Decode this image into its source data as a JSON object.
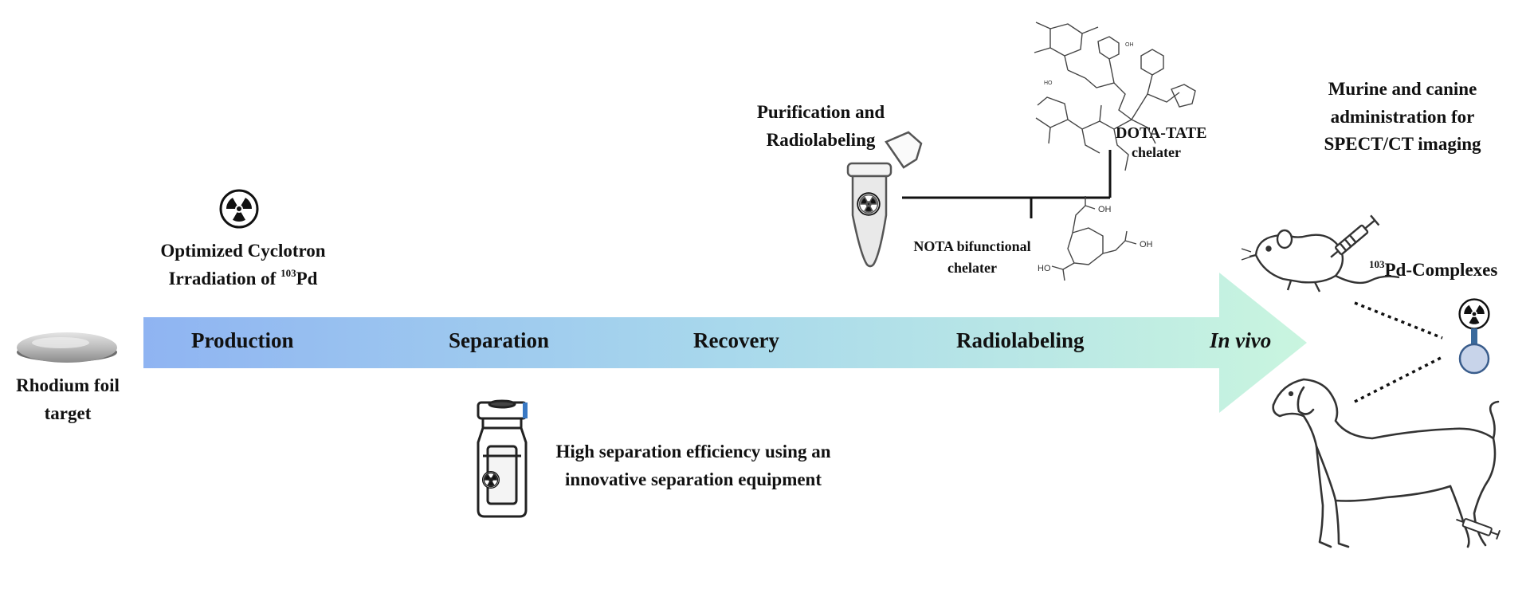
{
  "target": {
    "line1": "Rhodium foil",
    "line2": "target"
  },
  "production": {
    "line1": "Optimized Cyclotron",
    "line2_pre": "Irradiation of ",
    "isotope_mass": "103",
    "isotope_element": "Pd"
  },
  "stages": [
    "Production",
    "Separation",
    "Recovery",
    "Radiolabeling",
    "In vivo"
  ],
  "separation_note": {
    "line1": "High separation efficiency using an",
    "line2": "innovative separation equipment"
  },
  "purification": {
    "line1": "Purification and",
    "line2": "Radiolabeling"
  },
  "dota": {
    "name": "DOTA-TATE",
    "sub": "chelater"
  },
  "nota": {
    "line1": "NOTA bifunctional",
    "line2": "chelater"
  },
  "molecule_labels": {
    "oh": "OH",
    "ho": "HO"
  },
  "administration": {
    "line1": "Murine and canine",
    "line2": "administration for",
    "line3": "SPECT/CT imaging"
  },
  "complexes": {
    "mass": "103",
    "label": "Pd-Complexes"
  },
  "colors": {
    "arrow_start": "#8fb4f2",
    "arrow_mid": "#a8d8ec",
    "arrow_end": "#c9f5df",
    "probe": "#c8d4ea",
    "probe_stem": "#3a6a9c"
  },
  "icons": [
    "radiation-icon",
    "rhodium-foil-disc",
    "vial-icon",
    "eppendorf-tube-icon",
    "mouse-icon",
    "dog-icon",
    "syringe-icon",
    "dota-tate-structure",
    "nota-structure",
    "radiolabeled-probe-icon"
  ]
}
